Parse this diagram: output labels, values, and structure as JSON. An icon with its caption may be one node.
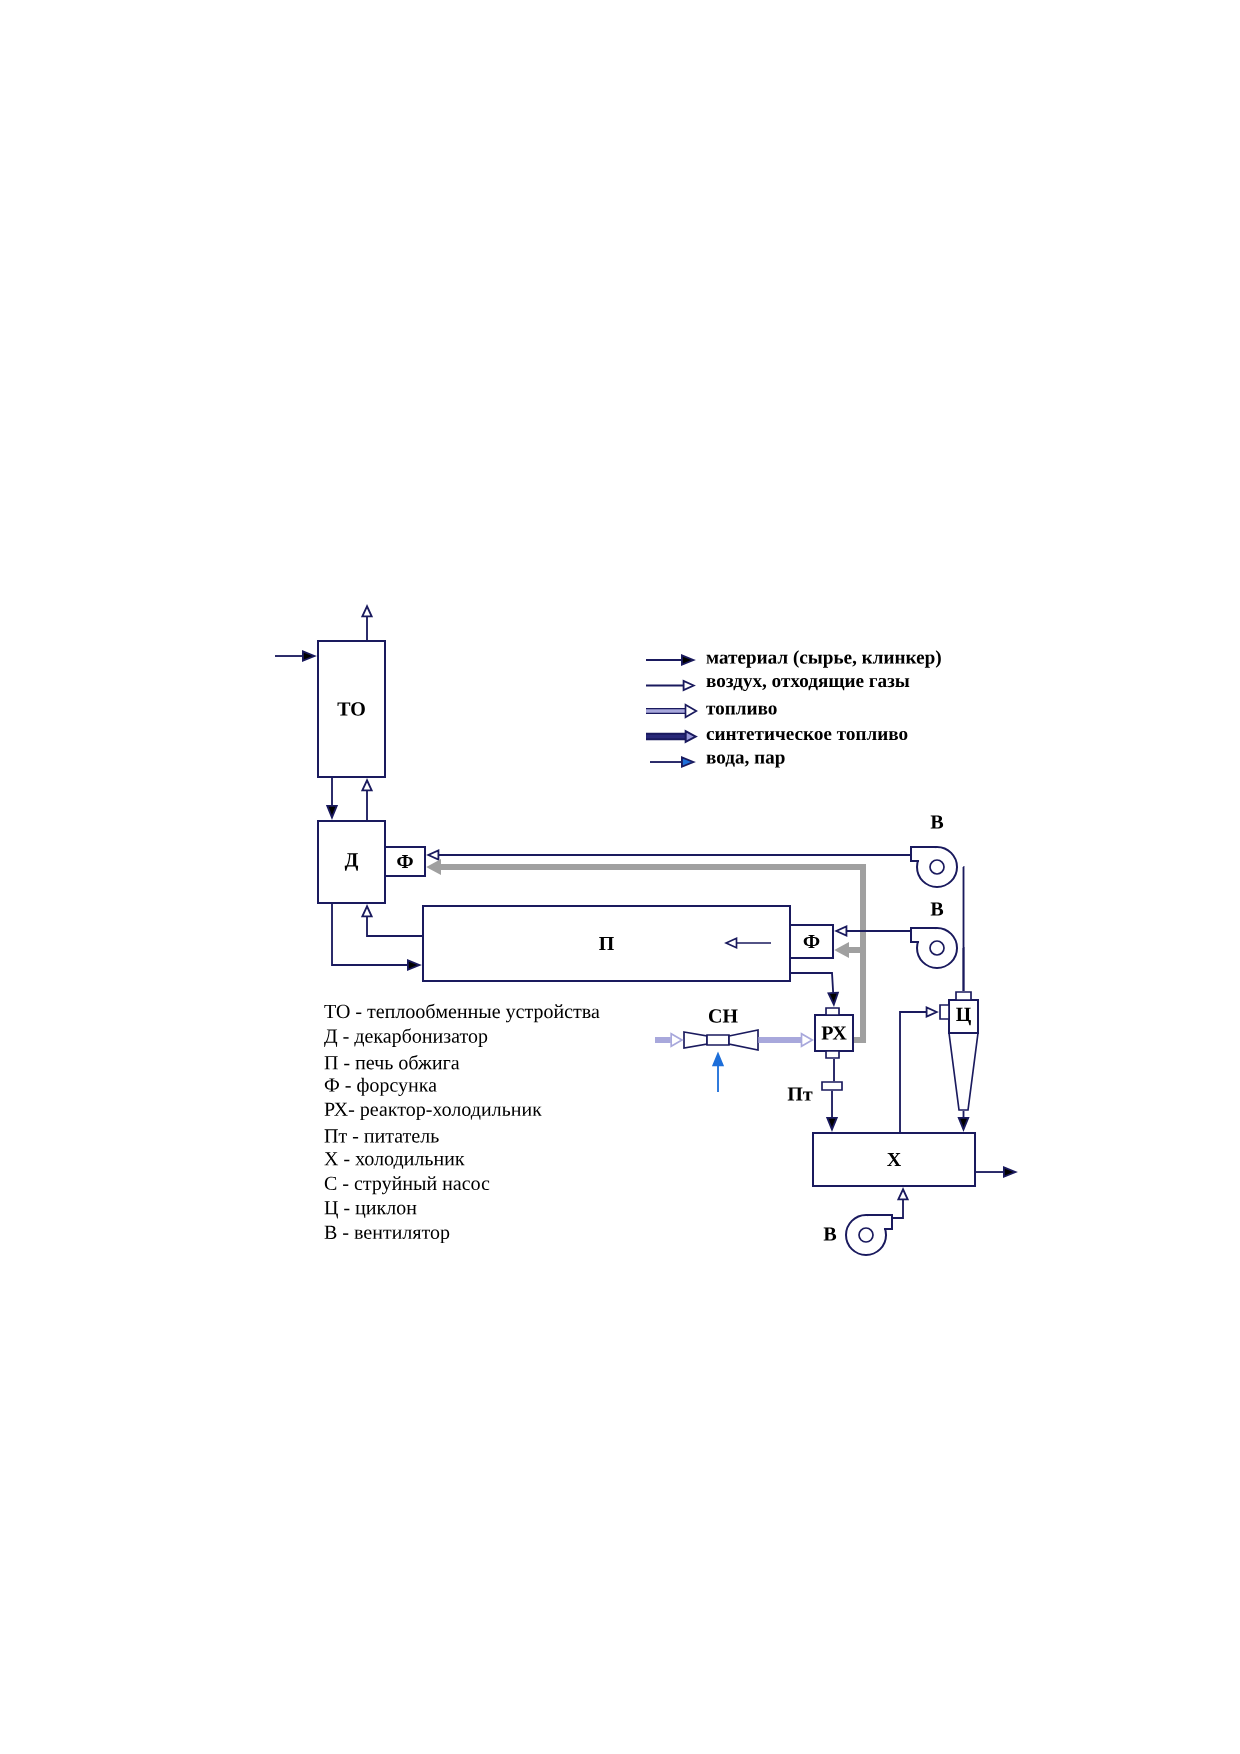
{
  "diagram": {
    "nodes": [
      {
        "text": [
          "ТО"
        ]
      },
      {
        "text": [
          "Д"
        ]
      },
      {
        "text": [
          "Ф"
        ]
      },
      {
        "text": [
          "П"
        ]
      },
      {
        "text": [
          "Ф"
        ]
      },
      {
        "text": [
          "В"
        ]
      },
      {
        "text": [
          "В"
        ]
      },
      {
        "text": [
          "СН"
        ]
      },
      {
        "text": [
          "РХ"
        ]
      },
      {
        "text": [
          "Пт"
        ]
      },
      {
        "text": [
          "Ц"
        ]
      },
      {
        "text": [
          "Х"
        ]
      },
      {
        "text": [
          "В"
        ]
      }
    ],
    "edges": [
      {
        "from": null,
        "to": 0,
        "arrow": "to"
      },
      {
        "from": 0,
        "to": null,
        "arrow": "to"
      },
      {
        "from": 0,
        "to": 1,
        "arrow": "to"
      },
      {
        "from": 1,
        "to": 0,
        "arrow": "to"
      },
      {
        "from": 3,
        "to": 1,
        "arrow": "to"
      },
      {
        "from": 1,
        "to": 3,
        "arrow": "to"
      },
      {
        "from": 5,
        "to": 2,
        "arrow": "to"
      },
      {
        "from": 8,
        "to": 2,
        "arrow": "to",
        "style": "thick",
        "color": "#a0a0a0"
      },
      {
        "from": 8,
        "to": 4,
        "arrow": "to",
        "style": "thick",
        "color": "#a0a0a0"
      },
      {
        "from": 6,
        "to": 4,
        "arrow": "to"
      },
      {
        "from": 3,
        "to": 8,
        "arrow": "to"
      },
      {
        "from": null,
        "to": 7,
        "arrow": "to",
        "style": "thick",
        "color": "#a8a8dc"
      },
      {
        "from": null,
        "to": 7,
        "arrow": "to",
        "color": "#1e6fd9"
      },
      {
        "from": 7,
        "to": 8,
        "arrow": "to",
        "style": "thick",
        "color": "#a8a8dc"
      },
      {
        "from": 8,
        "to": 9,
        "arrow": "none"
      },
      {
        "from": 9,
        "to": 11,
        "arrow": "to"
      },
      {
        "from": 10,
        "to": 11,
        "arrow": "to"
      },
      {
        "from": 11,
        "to": 10,
        "arrow": "to"
      },
      {
        "from": 10,
        "to": 5,
        "arrow": "none"
      },
      {
        "from": 10,
        "to": 6,
        "arrow": "none"
      },
      {
        "from": 12,
        "to": 11,
        "arrow": "to"
      },
      {
        "from": 11,
        "to": null,
        "arrow": "to"
      }
    ],
    "labels": [
      "ТО - теплообменные устройства",
      "Д - декарбонизатор",
      "П - печь обжига",
      "Ф - форсунка",
      "РХ- реактор-холодильник",
      "Пт - питатель",
      "Х - холодильник",
      "С - струйный насос",
      "Ц - циклон",
      "В - вентилятор"
    ],
    "legend": [
      {
        "text": "материал (сырье, клинкер)"
      },
      {
        "text": "воздух, отходящие газы"
      },
      {
        "text": "топливо"
      },
      {
        "text": "синтетическое топливо"
      },
      {
        "text": "вода, пар"
      }
    ]
  }
}
